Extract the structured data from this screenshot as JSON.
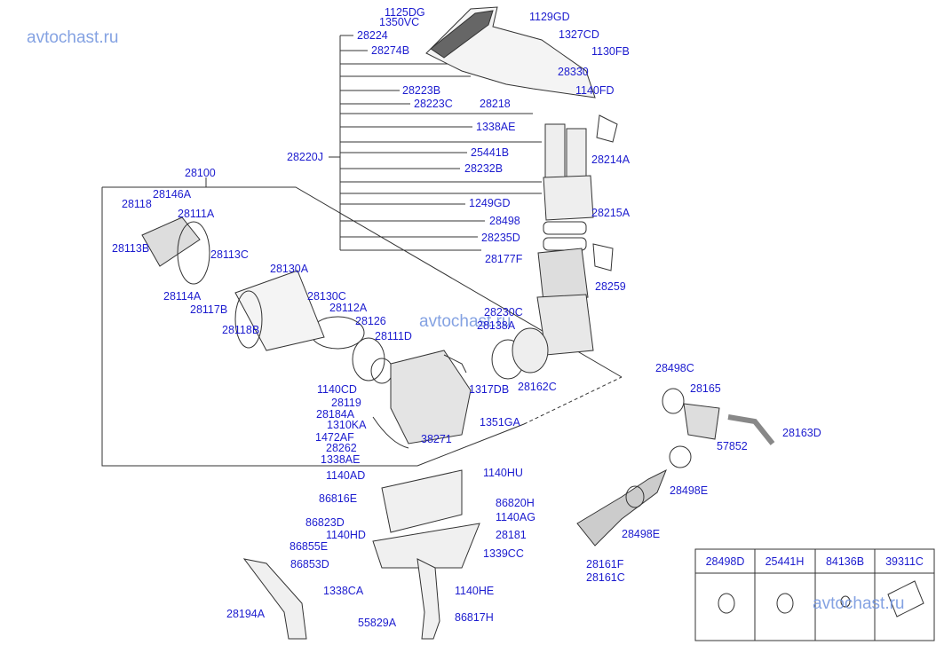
{
  "watermark": "avtochast.ru",
  "labels": [
    "1125DG",
    "1350VC",
    "1129GD",
    "28224",
    "1327CD",
    "28274B",
    "1130FB",
    "28330",
    "28223B",
    "1140FD",
    "28223C",
    "28218",
    "1338AE",
    "25441B",
    "28214A",
    "28220J",
    "28232B",
    "1249GD",
    "28215A",
    "28498",
    "28235D",
    "28177F",
    "28259",
    "28100",
    "28146A",
    "28118",
    "28111A",
    "28113B",
    "28113C",
    "28130A",
    "28114A",
    "28130C",
    "28117B",
    "28112A",
    "28230C",
    "28126",
    "28138A",
    "28118B",
    "28111D",
    "28498C",
    "1140CD",
    "28165",
    "1317DB",
    "28119",
    "28162C",
    "28184A",
    "1310KA",
    "1351GA",
    "28163D",
    "1472AF",
    "38271",
    "28262",
    "57852",
    "1338AE",
    "1140HU",
    "1140AD",
    "28498E",
    "86816E",
    "86820H",
    "1140AG",
    "86823D",
    "28181",
    "1140HD",
    "28498E",
    "86855E",
    "1339CC",
    "86853D",
    "28161F",
    "28161C",
    "1338CA",
    "1140HE",
    "28194A",
    "55829A",
    "86817H"
  ],
  "table": {
    "headers": [
      "28498D",
      "25441H",
      "84136B",
      "39311C"
    ]
  },
  "colors": {
    "label": "#1c1ccf",
    "watermark": "#6f92de",
    "line": "#333333"
  }
}
